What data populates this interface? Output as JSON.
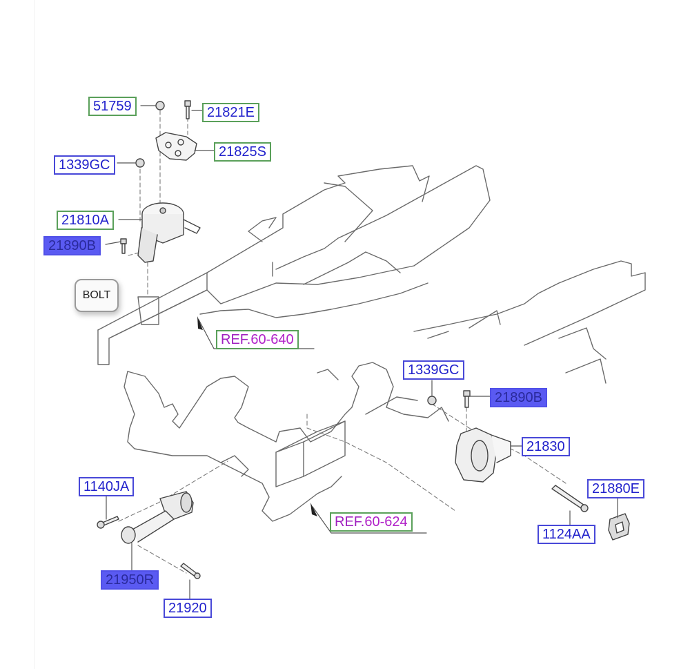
{
  "diagram": {
    "title": "Engine & Transaxle Mounting",
    "colors": {
      "label_text": "#2222cc",
      "label_border_green": "#5aa05a",
      "label_border_blue": "#4848d8",
      "label_highlight_fill": "#5a5af2",
      "ref_text": "#b020c8",
      "line_art": "#6a6a6a"
    },
    "bolt_button": {
      "label": "BOLT"
    },
    "parts": [
      {
        "id": "51759",
        "label": "51759",
        "style": "green"
      },
      {
        "id": "21821E",
        "label": "21821E",
        "style": "green"
      },
      {
        "id": "21825S",
        "label": "21825S",
        "style": "green"
      },
      {
        "id": "1339GC-top",
        "label": "1339GC",
        "style": "blue"
      },
      {
        "id": "21810A",
        "label": "21810A",
        "style": "green"
      },
      {
        "id": "21890B-left",
        "label": "21890B",
        "style": "highlighted"
      },
      {
        "id": "1339GC-right",
        "label": "1339GC",
        "style": "blue"
      },
      {
        "id": "21890B-right",
        "label": "21890B",
        "style": "highlighted"
      },
      {
        "id": "21830",
        "label": "21830",
        "style": "blue"
      },
      {
        "id": "21880E",
        "label": "21880E",
        "style": "blue"
      },
      {
        "id": "1124AA",
        "label": "1124AA",
        "style": "blue"
      },
      {
        "id": "1140JA",
        "label": "1140JA",
        "style": "blue"
      },
      {
        "id": "21950R",
        "label": "21950R",
        "style": "highlighted"
      },
      {
        "id": "21920",
        "label": "21920",
        "style": "blue"
      }
    ],
    "references": [
      {
        "prefix": "REF.",
        "code": "60-640"
      },
      {
        "prefix": "REF.",
        "code": "60-624"
      }
    ]
  }
}
